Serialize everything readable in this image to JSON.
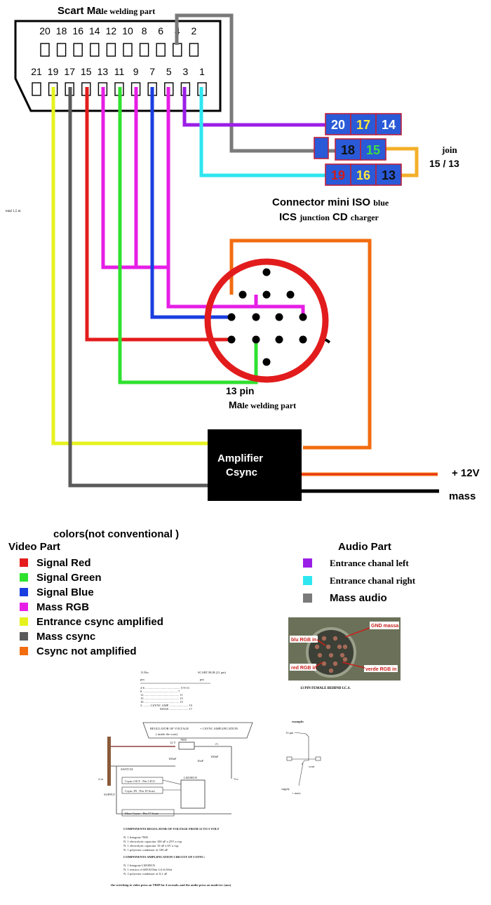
{
  "scart": {
    "title_a": "Scart Ma",
    "title_b": "le welding part",
    "top_pins": [
      "20",
      "18",
      "16",
      "14",
      "12",
      "10",
      "8",
      "6",
      "4",
      "2"
    ],
    "bottom_pins": [
      "21",
      "19",
      "17",
      "15",
      "13",
      "11",
      "9",
      "7",
      "5",
      "3",
      "1"
    ]
  },
  "iso_connector": {
    "row1": [
      "20",
      "17",
      "14"
    ],
    "row2": [
      "18",
      "15"
    ],
    "row3": [
      "19",
      "16",
      "13"
    ],
    "join_label": "join",
    "join_pins": "15  /  13",
    "label_line1_a": "Connector  mini ISO",
    "label_line1_b": "blue",
    "label_line2_a": "ICS",
    "label_line2_b": "junction",
    "label_line2_c": "CD",
    "label_line2_d": "charger"
  },
  "total_length": "total 1,5 m",
  "din13": {
    "label_line1": "13 pin",
    "label_line2_a": "Ma",
    "label_line2_b": "le welding part"
  },
  "amplifier": {
    "line1": "Amplifier",
    "line2": "Csync",
    "plus12v": "+ 12V",
    "mass": "mass"
  },
  "legend": {
    "title": "colors(not conventional )",
    "video_title": "Video Part",
    "audio_title": "Audio Part",
    "video_items": [
      {
        "label": "Signal Red",
        "color": "#e41c1c"
      },
      {
        "label": "Signal Green",
        "color": "#2fe12f"
      },
      {
        "label": "Signal Blue",
        "color": "#1a3fe0"
      },
      {
        "label": "Mass RGB",
        "color": "#e61ee6"
      },
      {
        "label": "Entrance  csync amplified",
        "color": "#e6f21e"
      },
      {
        "label": "Mass csync",
        "color": "#5a5a5a"
      },
      {
        "label": "Csync not  amplified",
        "color": "#f26c10"
      }
    ],
    "audio_items": [
      {
        "label": "Entrance  chanal  left",
        "color": "#9b1ee6"
      },
      {
        "label": "Entrance  chanal  right",
        "color": "#2ee6f0"
      },
      {
        "label": "Mass audio",
        "color": "#7a7a7a"
      }
    ]
  },
  "photo": {
    "gnd": "GND massa",
    "blu": "blu RGB in",
    "red": "red RGB in",
    "verde": "verde RGB in",
    "caption": "13 PIN FEMALE  BEHIND I.C.S."
  },
  "pin_table": {
    "col1": "13 Pin",
    "col2": "SCART RGB (21 pin)",
    "sub1": "pin",
    "sub2": "pin",
    "rows": [
      "4-6 ............................................ 5-9-13",
      "8 ............................................ 7",
      "12 ............................................ 11",
      "15 ............................................ 15",
      "10 ............................................ 15",
      "3 ..........CSYNC AMP ........................ 19",
      "MASS ........................ 17"
    ]
  },
  "schematic": {
    "regulator": "REGULATOR  OF  VOLTAGE",
    "plus_csync": "+ CSYNC AMPLIFICATION",
    "inside": "( inside the scart)",
    "v12": "12 V",
    "ic7805": "7805",
    "c1": "100uF",
    "c2": "10uF",
    "c3": "100nF",
    "plus5": "+5",
    "switch": "SWITCH",
    "supply": "SUPPLY",
    "twom": "2 m",
    "ic": "LM1881N",
    "csync_out": "Csync OUT - Pin 3 ICS",
    "csync_in": "Csync IN - Pin 19 Scart",
    "mass_csync": "Mass Csync - Pin 17 Scart",
    "vcc": "Vcc",
    "comp_title": "COMPONENTS  REGULATOR OF VOLTAGE  FROM   12  TO 5 VOLT",
    "comp1": "N. 1 Integrate    7805",
    "comp2": "N. 1  electrolytic capacitor 100 uF a 25V a vsp.",
    "comp3": "N. 1  electrolytic capacitor 10 uF a 6V a vsp.",
    "comp4": "N. 1  polyester condenser    of    100 nF",
    "amp_title": "COMPONENTS  AMPLIFICATION   CIRCUIT     OF    CSYNC:",
    "amp1": "N. 1 Integrate LM1881N",
    "amp2": "N. 1   resistor  of   680 KOhm 1/4 di Watt",
    "amp3": "N. 2 polyester condenser    of      0,1 uF",
    "footer": "the switching to video press on TRIP for 4 seconds..and the audio press on mode/src (aux)"
  },
  "example": {
    "title": "example:",
    "pin13": "13 pin",
    "scart": "scart",
    "supply": "supply",
    "mass": "+ mass"
  }
}
